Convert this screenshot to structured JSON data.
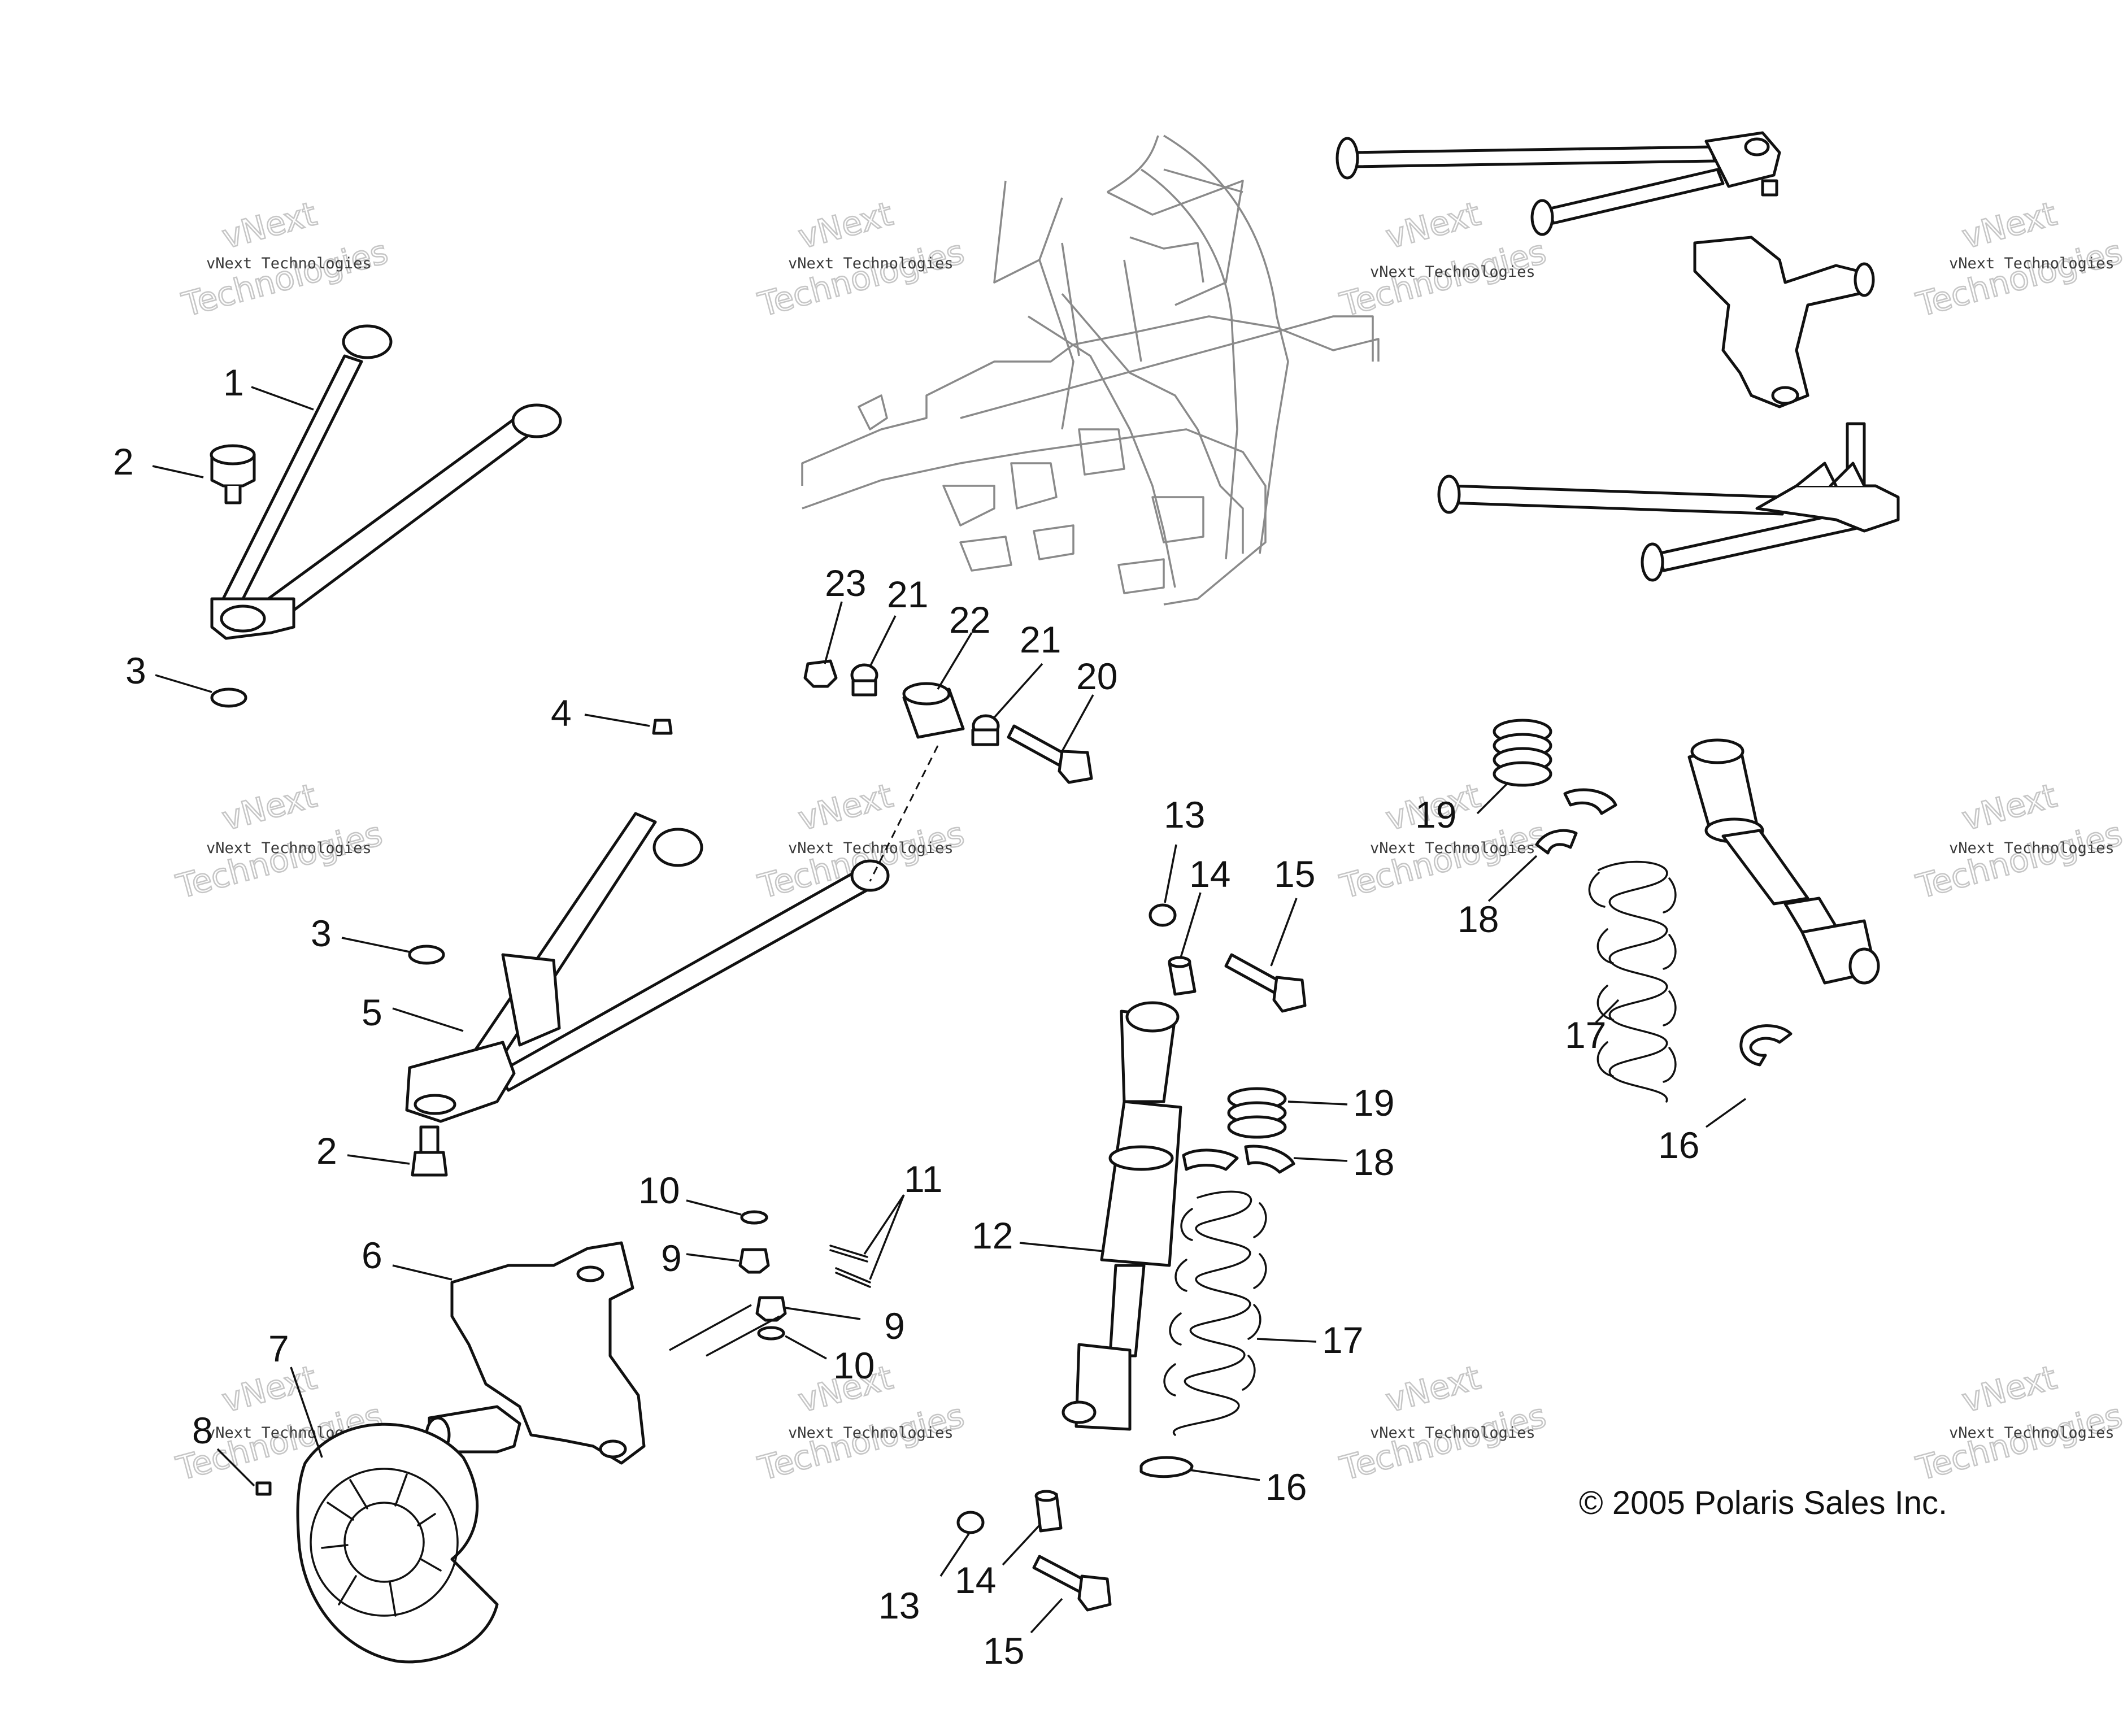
{
  "callouts": [
    "1",
    "2",
    "3",
    "4",
    "5",
    "2",
    "3",
    "6",
    "7",
    "8",
    "9",
    "10",
    "9",
    "10",
    "11",
    "12",
    "13",
    "14",
    "15",
    "13",
    "14",
    "15",
    "16",
    "17",
    "18",
    "19",
    "16",
    "17",
    "18",
    "19",
    "20",
    "21",
    "21",
    "22",
    "23"
  ],
  "copyright": "© 2005 Polaris Sales Inc.",
  "watermark": {
    "line1": "vNext Technologies",
    "line2a": "vNext",
    "line2b": "Technologies"
  },
  "colors": {
    "line": "#111111",
    "frame": "#8a8a8a",
    "watermark": "#c6c6c6",
    "background": "#ffffff"
  }
}
